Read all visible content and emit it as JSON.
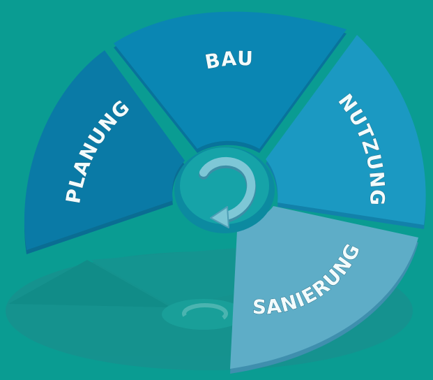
{
  "diagram": {
    "type": "cycle",
    "segments": [
      {
        "label": "PLANUNG",
        "color": "#0a7aa6"
      },
      {
        "label": "BAU",
        "color": "#0a86b3"
      },
      {
        "label": "NUTZUNG",
        "color": "#1b99c2"
      },
      {
        "label": "SANIERUNG",
        "color": "#5eadc7"
      }
    ],
    "center_icon": "cycle-arrow-icon",
    "background_color": "#0a9c92"
  }
}
